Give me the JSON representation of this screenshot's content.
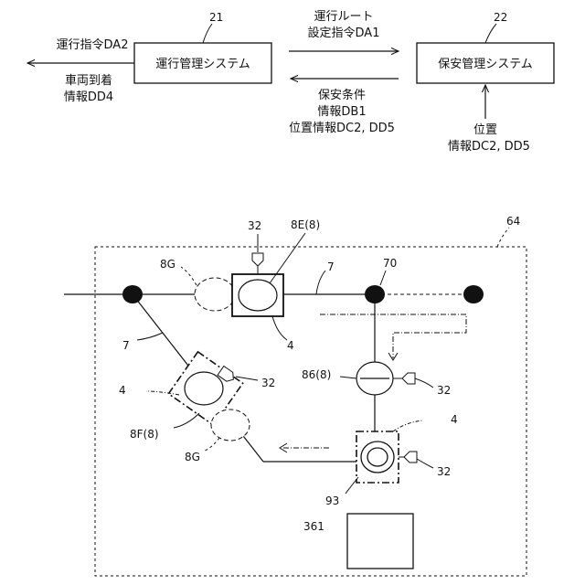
{
  "boxes": {
    "operation": {
      "ref": "21",
      "label": "運行管理システム"
    },
    "safety": {
      "ref": "22",
      "label": "保安管理システム"
    }
  },
  "signals": {
    "route_cmd": [
      "運行ルート",
      "設定指令DA1"
    ],
    "op_cmd": "運行指令DA2",
    "arrival": [
      "車両到着",
      "情報DD4"
    ],
    "safety_info": [
      "保安条件",
      "情報DB1",
      "位置情報DC2, DD5"
    ],
    "position": [
      "位置",
      "情報DC2, DD5"
    ]
  },
  "layout_labels": {
    "area": "64",
    "node70": "70",
    "track7a": "7",
    "track7b": "7",
    "ref8e": "8E(8)",
    "ref8g_top": "8G",
    "ref8g_bottom": "8G",
    "ref8f": "8F(8)",
    "ref86": "86(8)",
    "ref93": "93",
    "ref361": "361",
    "ref4_top": "4",
    "ref4_left": "4",
    "ref4_right": "4",
    "ref32_top": "32",
    "ref32_left": "32",
    "ref32_mid": "32",
    "ref32_bottom": "32"
  }
}
